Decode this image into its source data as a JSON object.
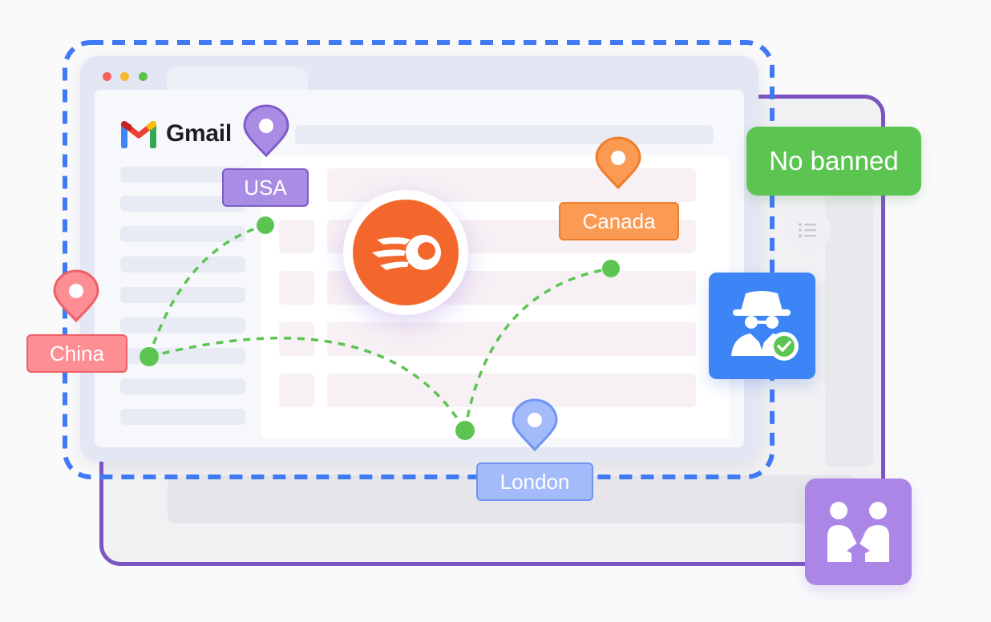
{
  "brand": {
    "gmail_label": "Gmail"
  },
  "locations": {
    "usa": "USA",
    "canada": "Canada",
    "china": "China",
    "london": "London"
  },
  "status_badge": "No banned",
  "icons": [
    "gmail-logo-icon",
    "location-pin-icon",
    "semrush-logo-icon",
    "incognito-user-icon",
    "check-badge-icon",
    "list-icon",
    "team-handshake-icon"
  ],
  "colors": {
    "accent_purple": "#7c55c3",
    "dashed_blue": "#3f79f4",
    "route_green": "#5cc552",
    "semrush_orange": "#f4672c",
    "canada_orange": "#fb9a52",
    "china_red": "#fd8f94",
    "london_blue": "#a4bbfb",
    "usa_purple": "#a98ce4"
  }
}
